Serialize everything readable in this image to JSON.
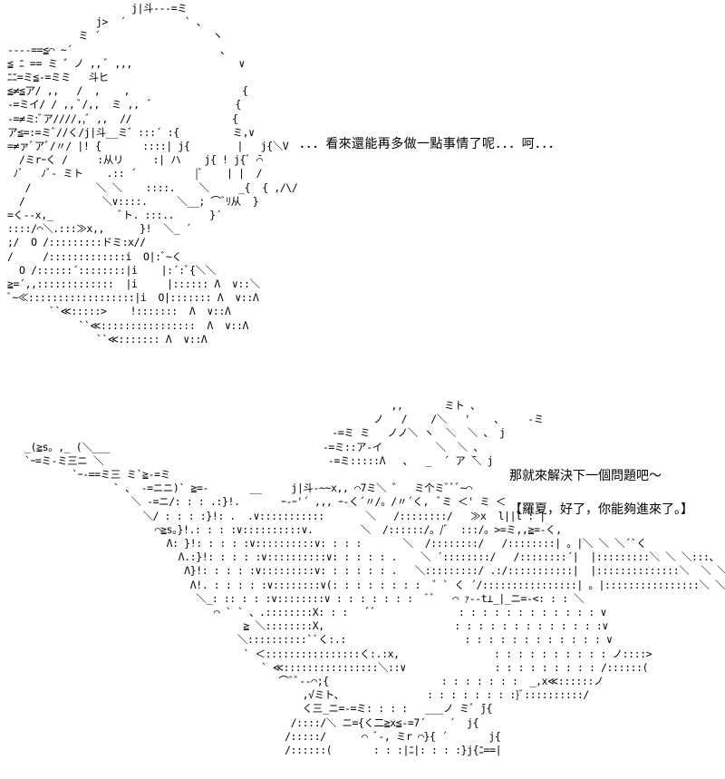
{
  "panels": {
    "top": {
      "art": "                     j|斗---=ミ\n               j>  ´          ` 、\n            ミ ´                   ヽ\n----==≦⌒ ~´                         、\n≦ ﾆ == ミ ゛ノ ,, ﾞ ,,,                  ∨\nﾆﾆ=ミ≦-=ミミ   斗ヒ\n≦≠≦ア/ ,,   /  ,    ,                   {\n-=ミイ/ / ,, ﾞ/,,  ミ ,,  ﾞ              {\n-=≠ミ:ﾞア////,,ﾞ ,,  //                 {\nア≦=:=ミﾞ//く/j|斗__ミ゛:::´ :{         ミ,∨\n=≠ァﾞアﾞ/〃/ |! {       ::::| j{        |   j{＼V\n  /ミrｰく /     :从リ     :| ハ    j{ ! j{ﾞ ̄⌒\n ﾉﾞ   ﾉﾞ- ミト    .:: ´          |ﾞ    | |  /\n   /           ＼ ＼    ::::.    ＼     _{  { ,/\\/\n  /             ＼∨::::.     ＼__; ⌒ﾞﾘ从  }\n=く--x,_           ﾞト. :::..      }´\n::::/⌒＼.:::≫x,,      }!  ＼_ ´\n;/  O /:::::::::ドミ:x//\n/     /:::::::::::::i  O|:ﾞ~く\n  O /::::::´::::::::|i    |:´:ﾞ{＼＼\n≧=´,,:::::::::::::  |i     |:::::: Λ  ∨::＼\nﾞ~≪::::::::::::::::::|i  O|::::::: Λ  ∨::Λ\n       ``≪:::::>    !:::::::  Λ  ∨::Λ\n            ``≪::::::::::::::::  Λ  ∨::Λ\n               ``≪::::::: Λ  ∨::Λ",
      "dialog": "．．．看來還能再多做一點事情了呢．．．呵．．．"
    },
    "bottom": {
      "art": "                                                                ,,       ミト 、\n                                                             ノ   /    /＼   '    、    -ミ\n                                                      -=ミ ミ   ノノ＼ ヽ  ＼  ＼ 、 j\n  _(≧s。,_ (＼___                                    -=ミ::ア-イ         ＼  ＼ 、\n  `ｰ=ミ-ミ三ニ ＼                                      -=ミ:::::Λ   ､   _  ´ ア ̄＼ j\n          `ｰ-==ミ三 ミ`≧-=ミ\n                 ` 、 -=ニニ)` ≧=-       __     j|斗-~~x,, ⌒7ミ＼ ゛  ミ个ミﾞﾞﾞ~⌒\n                    ＼ -=ニ/: : : .:}!.       ｰ‐ｰ'´ ,,, ｰ-く´〃/。/〃´く,  ﾞミ ＜' ミ ＜\n                      ＼/ : : : :}!: .  .∨:::::::::::       ＼   /::::::::/   ≫x  l||l : |\n                        ⌒≧s。}!.: : : :∨::::::::::∨.        ＼  /::::::/。/ﾞ  :::/。>=ミ,,≧=-く,\n                          Λ: }!: : : : :∨::::::::::∨: : : :       ＼  /::::::::/   /::::::::| 。|＼ ＼ ＼´`く\n                            Λ.:}!: : : : :∨::::::::::∨: : : : : .    ＼ ´::::::::/   /::::::::´|  |:::::::::＼ ＼ ＼:::、\n                             Λ}!: : : : :∨:::::::::∨: : : : : : .   ＼:::::::::/ .:/:::::::::::|  |::::::::::::::＼  ＼ ＼:::\n                              Λ!. : : : : :∨::::::::∨(: : : : : : : :  ゛` く ´/::::::::::::::::| 。|::::::::::::::::＼ ＼x<\n                               ＼_: :: : : :∨::::::::∨ : : : : : : :  ﾞﾞ   ⌒ ｧ--t⊥_|_ニ=-<: : : ＼\n                                  ⌒ ` ` 、.::::::::X: : :   ﾞﾞ              : : : : : : : : : : : : ∨\n                                       ≧ ＼::::::::X,                      : : : : : : : : : : : : :∨\n                                      ＼::::::::::``く:.:                    : : : : : : : : : : : : ∨\n                                       ` ＜::::::::::::::::く:.:x,                : : : : : : : : : : ノ::::>\n                                          ` ≪::::::::::::::::＼::∨               : : : : : : : : : /::::::(\n                                             ⌒ﾞﾞ--⌒;{                   : : : : : : :  _,x≪::::::ノ\n                                                 ,√ミト、              : : : : : : : :}ﾞ::::::::::/\n                                                 く三_ニ=-=ミ: : : :   ___ノ ミﾞ ̄j{\n                                               /::::/＼ ニ={く二≧x≦-=7´    ´  j{\n                                              /:::::/      ⌒ ﾞ-, ミr ⌒}{ ´       j{\n                                              /::::::(       : : :|ﾆ|: : : :}j{ﾆ==|",
      "dialog_lines": [
        "那就來解決下一個問題吧～",
        "【羅夏，好了，你能夠進來了。】"
      ]
    }
  }
}
